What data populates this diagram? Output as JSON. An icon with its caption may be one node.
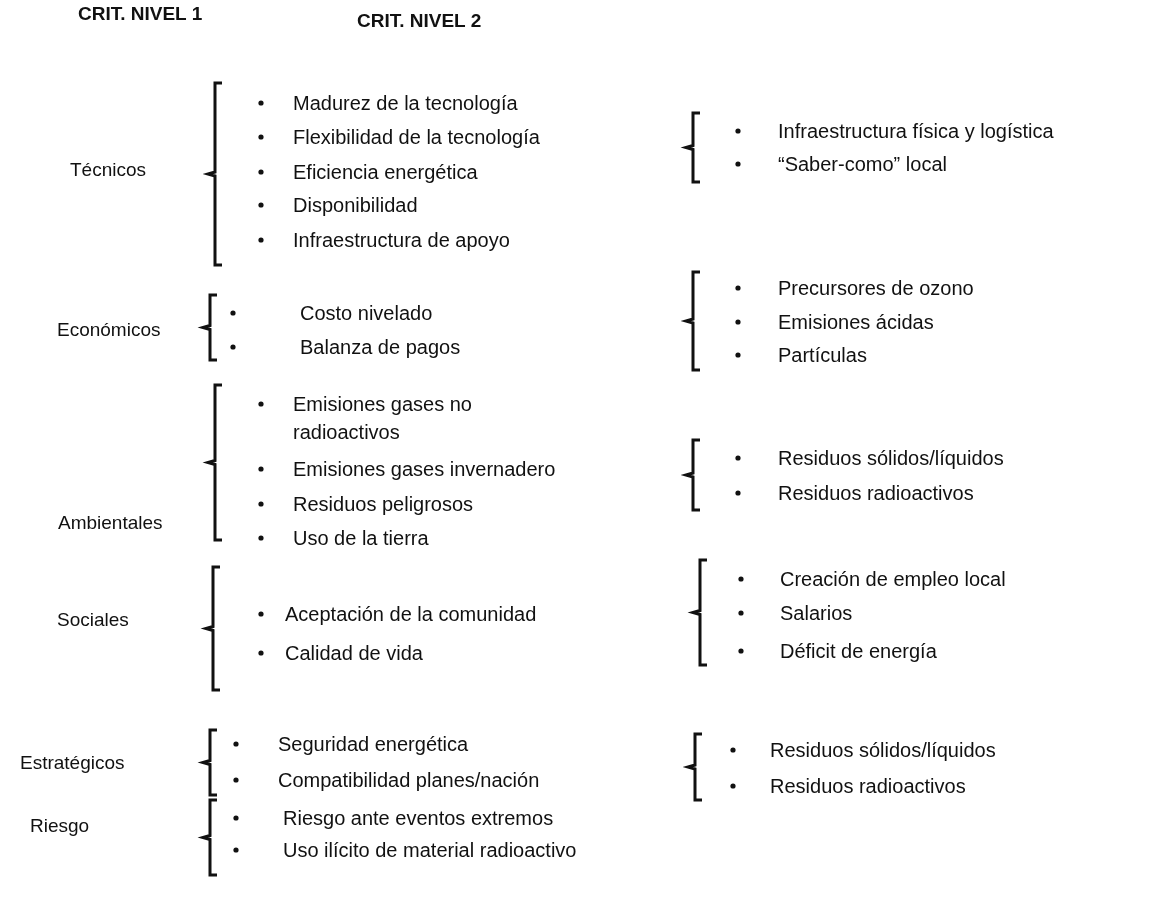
{
  "diagram": {
    "labels": [
      "CRIT. NIVEL 1",
      "CRIT. NIVEL 2",
      "Técnicos",
      "Madurez de la tecnología",
      "Flexibilidad de la tecnología",
      "Eficiencia energética",
      "Disponibilidad",
      "Infraestructura de apoyo",
      "Infraestructura física y logística",
      "“Saber-como” local",
      "Económicos",
      "Costo nivelado",
      "Balanza de pagos",
      "Precursores de ozono",
      "Emisiones ácidas",
      "Partículas",
      "Ambientales",
      "Emisiones gases no radioactivos",
      "Emisiones gases invernadero",
      "Residuos peligrosos",
      "Uso de la tierra",
      "Residuos sólidos/líquidos",
      "Residuos radioactivos",
      "Sociales",
      "Aceptación de la comunidad",
      "Calidad de vida",
      "Creación de empleo local",
      "Salarios",
      "Déficit de energía",
      "Estratégicos",
      "Seguridad energética",
      "Compatibilidad planes/nación",
      "Residuos sólidos/líquidos",
      "Residuos radioactivos",
      "Riesgo",
      "Riesgo ante eventos extremos",
      "Uso ilícito de material radioactivo"
    ]
  }
}
